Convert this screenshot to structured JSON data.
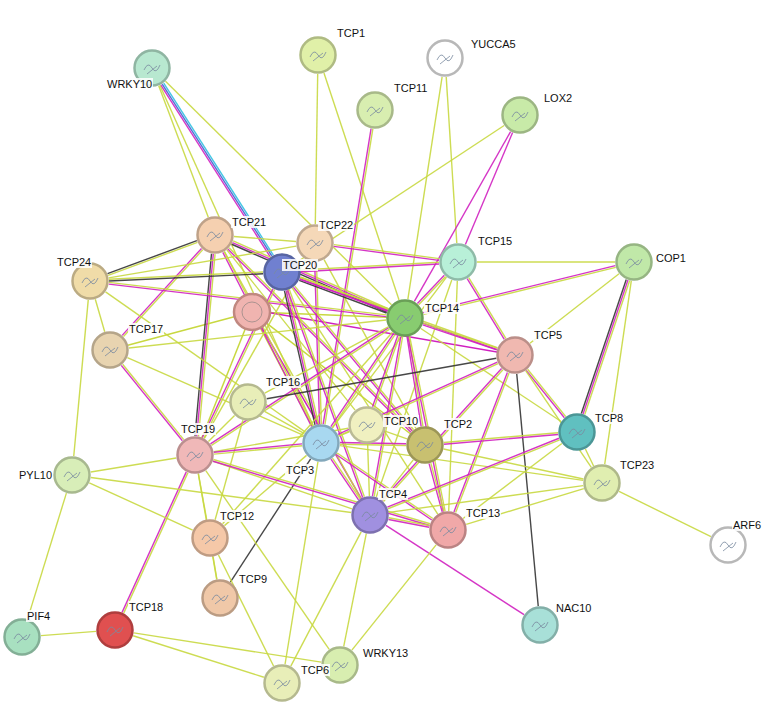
{
  "diagram": {
    "nodes": [
      {
        "text": [
          "TCP1"
        ]
      },
      {
        "text": [
          "YUCCA5"
        ]
      },
      {
        "text": [
          "WRKY10"
        ]
      },
      {
        "text": [
          "TCP11"
        ]
      },
      {
        "text": [
          "LOX2"
        ]
      },
      {
        "text": [
          "TCP21"
        ]
      },
      {
        "text": [
          "TCP22"
        ]
      },
      {
        "text": [
          "TCP24"
        ]
      },
      {
        "text": [
          "TCP20"
        ]
      },
      {
        "text": [
          "TCP15"
        ]
      },
      {
        "text": [
          "COP1"
        ]
      },
      {
        "text": [
          "TCP14"
        ]
      },
      {
        "text": [
          "TCP17"
        ]
      },
      {
        "text": [
          "TCP5"
        ]
      },
      {
        "text": [
          "TCP16"
        ]
      },
      {
        "text": [
          "TCP10"
        ]
      },
      {
        "text": [
          "TCP2"
        ]
      },
      {
        "text": [
          "TCP3"
        ]
      },
      {
        "text": [
          "TCP19"
        ]
      },
      {
        "text": [
          "TCP8"
        ]
      },
      {
        "text": [
          "PYL10"
        ]
      },
      {
        "text": [
          "TCP23"
        ]
      },
      {
        "text": [
          "TCP4"
        ]
      },
      {
        "text": [
          "TCP13"
        ]
      },
      {
        "text": [
          "TCP12"
        ]
      },
      {
        "text": [
          "ARF6"
        ]
      },
      {
        "text": [
          "TCP18"
        ]
      },
      {
        "text": [
          "TCP9"
        ]
      },
      {
        "text": [
          "NAC10"
        ]
      },
      {
        "text": [
          "PIF4"
        ]
      },
      {
        "text": [
          "WRKY13"
        ]
      },
      {
        "text": [
          "TCP6"
        ]
      }
    ],
    "edges": [
      {
        "from": 0,
        "to": 6,
        "arrow": "none"
      },
      {
        "from": 0,
        "to": 11,
        "arrow": "none"
      },
      {
        "from": 3,
        "to": 17,
        "arrow": "none"
      },
      {
        "from": 1,
        "to": 9,
        "arrow": "none"
      },
      {
        "from": 1,
        "to": 11,
        "arrow": "none"
      },
      {
        "from": 2,
        "to": 8,
        "arrow": "none"
      },
      {
        "from": 2,
        "to": 5,
        "arrow": "none"
      },
      {
        "from": 2,
        "to": 11,
        "arrow": "none"
      },
      {
        "from": 2,
        "to": 17,
        "arrow": "none"
      },
      {
        "from": 4,
        "to": 8,
        "arrow": "none"
      },
      {
        "from": 4,
        "to": 11,
        "arrow": "none"
      },
      {
        "from": 4,
        "to": 9,
        "arrow": "none"
      },
      {
        "from": 5,
        "to": 7,
        "arrow": "none"
      },
      {
        "from": 5,
        "to": 18,
        "arrow": "none"
      },
      {
        "from": 5,
        "to": 11,
        "arrow": "none"
      },
      {
        "from": 5,
        "to": 17,
        "arrow": "none"
      },
      {
        "from": 5,
        "to": 16,
        "arrow": "none"
      },
      {
        "from": 5,
        "to": 15,
        "arrow": "none"
      },
      {
        "from": 5,
        "to": 22,
        "arrow": "none"
      },
      {
        "from": 5,
        "to": 6,
        "arrow": "none"
      },
      {
        "from": 5,
        "to": 12,
        "arrow": "none"
      },
      {
        "from": 6,
        "to": 7,
        "arrow": "none"
      },
      {
        "from": 6,
        "to": 9,
        "arrow": "none"
      },
      {
        "from": 6,
        "to": 17,
        "arrow": "none"
      },
      {
        "from": 6,
        "to": 18,
        "arrow": "none"
      },
      {
        "from": 6,
        "to": 16,
        "arrow": "none"
      },
      {
        "from": 7,
        "to": 8,
        "arrow": "none"
      },
      {
        "from": 7,
        "to": 12,
        "arrow": "none"
      },
      {
        "from": 7,
        "to": 11,
        "arrow": "none"
      },
      {
        "from": 7,
        "to": 20,
        "arrow": "none"
      },
      {
        "from": 7,
        "to": 17,
        "arrow": "none"
      },
      {
        "from": 8,
        "to": 11,
        "arrow": "none"
      },
      {
        "from": 8,
        "to": 17,
        "arrow": "none"
      },
      {
        "from": 8,
        "to": 16,
        "arrow": "none"
      },
      {
        "from": 8,
        "to": 18,
        "arrow": "none"
      },
      {
        "from": 8,
        "to": 22,
        "arrow": "none"
      },
      {
        "from": 8,
        "to": 23,
        "arrow": "none"
      },
      {
        "from": 8,
        "to": 13,
        "arrow": "none"
      },
      {
        "from": 8,
        "to": 9,
        "arrow": "none"
      },
      {
        "from": 9,
        "to": 11,
        "arrow": "none"
      },
      {
        "from": 9,
        "to": 10,
        "arrow": "none"
      },
      {
        "from": 9,
        "to": 13,
        "arrow": "none"
      },
      {
        "from": 9,
        "to": 17,
        "arrow": "none"
      },
      {
        "from": 9,
        "to": 22,
        "arrow": "none"
      },
      {
        "from": 9,
        "to": 23,
        "arrow": "none"
      },
      {
        "from": 10,
        "to": 11,
        "arrow": "none"
      },
      {
        "from": 10,
        "to": 19,
        "arrow": "none"
      },
      {
        "from": 10,
        "to": 21,
        "arrow": "none"
      },
      {
        "from": 10,
        "to": 13,
        "arrow": "none"
      },
      {
        "from": 11,
        "to": 13,
        "arrow": "none"
      },
      {
        "from": 11,
        "to": 17,
        "arrow": "none"
      },
      {
        "from": 11,
        "to": 16,
        "arrow": "none"
      },
      {
        "from": 11,
        "to": 18,
        "arrow": "none"
      },
      {
        "from": 11,
        "to": 22,
        "arrow": "none"
      },
      {
        "from": 11,
        "to": 23,
        "arrow": "none"
      },
      {
        "from": 11,
        "to": 19,
        "arrow": "none"
      },
      {
        "from": 11,
        "to": 14,
        "arrow": "none"
      },
      {
        "from": 11,
        "to": 15,
        "arrow": "none"
      },
      {
        "from": 11,
        "to": 24,
        "arrow": "none"
      },
      {
        "from": 12,
        "to": 18,
        "arrow": "none"
      },
      {
        "from": 12,
        "to": 17,
        "arrow": "none"
      },
      {
        "from": 12,
        "to": 11,
        "arrow": "none"
      },
      {
        "from": 13,
        "to": 19,
        "arrow": "none"
      },
      {
        "from": 13,
        "to": 21,
        "arrow": "none"
      },
      {
        "from": 13,
        "to": 17,
        "arrow": "none"
      },
      {
        "from": 13,
        "to": 22,
        "arrow": "none"
      },
      {
        "from": 13,
        "to": 23,
        "arrow": "none"
      },
      {
        "from": 13,
        "to": 28,
        "arrow": "none"
      },
      {
        "from": 13,
        "to": 14,
        "arrow": "none"
      },
      {
        "from": 14,
        "to": 17,
        "arrow": "none"
      },
      {
        "from": 14,
        "to": 18,
        "arrow": "none"
      },
      {
        "from": 14,
        "to": 24,
        "arrow": "none"
      },
      {
        "from": 15,
        "to": 17,
        "arrow": "none"
      },
      {
        "from": 15,
        "to": 16,
        "arrow": "none"
      },
      {
        "from": 15,
        "to": 18,
        "arrow": "none"
      },
      {
        "from": 15,
        "to": 22,
        "arrow": "none"
      },
      {
        "from": 16,
        "to": 17,
        "arrow": "none"
      },
      {
        "from": 16,
        "to": 19,
        "arrow": "none"
      },
      {
        "from": 16,
        "to": 21,
        "arrow": "none"
      },
      {
        "from": 16,
        "to": 23,
        "arrow": "none"
      },
      {
        "from": 16,
        "to": 22,
        "arrow": "none"
      },
      {
        "from": 17,
        "to": 18,
        "arrow": "none"
      },
      {
        "from": 17,
        "to": 22,
        "arrow": "none"
      },
      {
        "from": 17,
        "to": 23,
        "arrow": "none"
      },
      {
        "from": 17,
        "to": 27,
        "arrow": "none"
      },
      {
        "from": 17,
        "to": 24,
        "arrow": "none"
      },
      {
        "from": 17,
        "to": 31,
        "arrow": "none"
      },
      {
        "from": 17,
        "to": 21,
        "arrow": "none"
      },
      {
        "from": 18,
        "to": 20,
        "arrow": "none"
      },
      {
        "from": 18,
        "to": 24,
        "arrow": "none"
      },
      {
        "from": 18,
        "to": 26,
        "arrow": "none"
      },
      {
        "from": 18,
        "to": 22,
        "arrow": "none"
      },
      {
        "from": 18,
        "to": 23,
        "arrow": "none"
      },
      {
        "from": 18,
        "to": 30,
        "arrow": "none"
      },
      {
        "from": 18,
        "to": 27,
        "arrow": "none"
      },
      {
        "from": 19,
        "to": 21,
        "arrow": "none"
      },
      {
        "from": 19,
        "to": 22,
        "arrow": "none"
      },
      {
        "from": 19,
        "to": 23,
        "arrow": "none"
      },
      {
        "from": 20,
        "to": 29,
        "arrow": "none"
      },
      {
        "from": 20,
        "to": 22,
        "arrow": "none"
      },
      {
        "from": 20,
        "to": 24,
        "arrow": "none"
      },
      {
        "from": 21,
        "to": 25,
        "arrow": "none"
      },
      {
        "from": 21,
        "to": 22,
        "arrow": "none"
      },
      {
        "from": 21,
        "to": 23,
        "arrow": "none"
      },
      {
        "from": 22,
        "to": 23,
        "arrow": "none"
      },
      {
        "from": 22,
        "to": 28,
        "arrow": "none"
      },
      {
        "from": 22,
        "to": 30,
        "arrow": "none"
      },
      {
        "from": 22,
        "to": 31,
        "arrow": "none"
      },
      {
        "from": 23,
        "to": 30,
        "arrow": "none"
      },
      {
        "from": 24,
        "to": 27,
        "arrow": "none"
      },
      {
        "from": 24,
        "to": 31,
        "arrow": "none"
      },
      {
        "from": 26,
        "to": 29,
        "arrow": "none"
      },
      {
        "from": 26,
        "to": 30,
        "arrow": "none"
      },
      {
        "from": 26,
        "to": 31,
        "arrow": "none"
      }
    ]
  }
}
